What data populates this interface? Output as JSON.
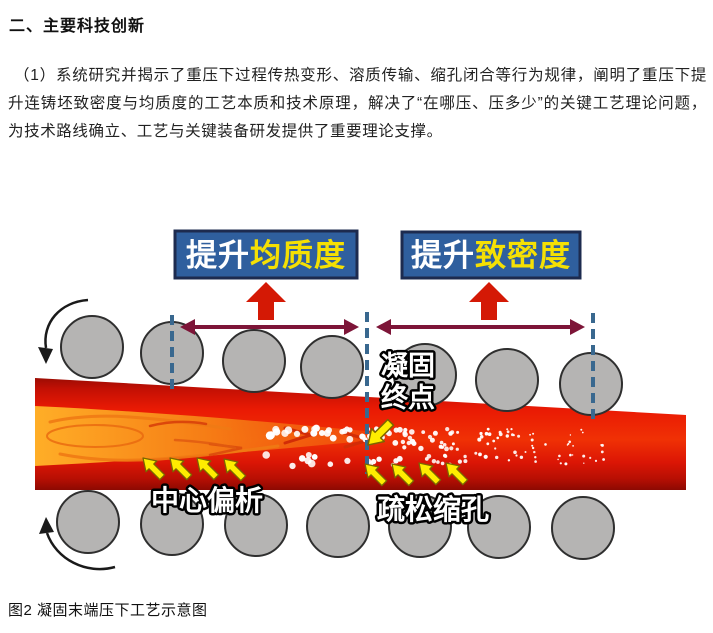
{
  "heading": "二、主要科技创新",
  "paragraph": "（1）系统研究并揭示了重压下过程传热变形、溶质传输、缩孔闭合等行为规律，阐明了重压下提升连铸坯致密度与均质度的工艺本质和技术原理，解决了“在哪压、压多少”的关键工艺理论问题，为技术路线确立、工艺与关键装备研发提供了重要理论支撑。",
  "caption": "图2 凝固末端压下工艺示意图",
  "diagram": {
    "label_left": {
      "prefix": "提升",
      "highlight": "均质度"
    },
    "label_right": {
      "prefix": "提升",
      "highlight": "致密度"
    },
    "solidification_end": {
      "line1": "凝固",
      "line2": "终点"
    },
    "center_segregation_label": "中心偏析",
    "porosity_label": "疏松缩孔",
    "colors": {
      "label_box_blue": "#2f5f9e",
      "label_box_border": "#1d2b4f",
      "label_highlight_yellow": "#f5e003",
      "label_prefix_white": "#ffffff",
      "up_arrow_red": "#d41905",
      "range_arrow_maroon": "#7d1538",
      "dashed_line_blue": "#39688f",
      "roller_gray": "#b5b4b3",
      "roller_border": "#2f2f2f",
      "strand_red": "#e81a04",
      "core_orange": "#f98a1c",
      "pointer_yellow": "#ffec00"
    }
  }
}
